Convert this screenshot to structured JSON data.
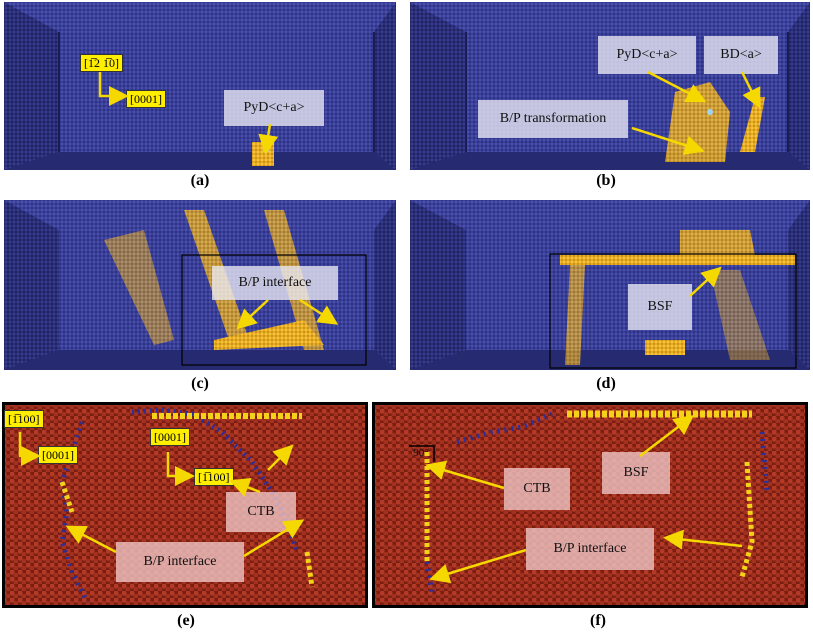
{
  "colors": {
    "atom_blue": "#3a3f9a",
    "atom_blue_dark": "#24276a",
    "atom_orange": "#f2b22a",
    "atom_light": "#9fd4f0",
    "atom_red": "#9b2a1e",
    "arrow_yellow": "#f5d800"
  },
  "panels": {
    "a": {
      "caption": "(a)",
      "tag_1210": "[1̅2 1̅0]",
      "tag_0001": "[0001]",
      "label_pyd": "PyD<c+a>"
    },
    "b": {
      "caption": "(b)",
      "label_pyd": "PyD<c+a>",
      "label_bd": "BD<a>",
      "label_bp": "B/P transformation"
    },
    "c": {
      "caption": "(c)",
      "label_bp": "B/P interface"
    },
    "d": {
      "caption": "(d)",
      "label_bsf": "BSF"
    },
    "e": {
      "caption": "(e)",
      "tag_1100_a": "[1̅100]",
      "tag_0001_a": "[0001]",
      "tag_0001_b": "[0001]",
      "tag_1100_b": "[1̅100]",
      "label_ctb": "CTB",
      "label_bp": "B/P interface"
    },
    "f": {
      "caption": "(f)",
      "angle": "90°",
      "label_ctb": "CTB",
      "label_bsf": "BSF",
      "label_bp": "B/P interface"
    }
  }
}
